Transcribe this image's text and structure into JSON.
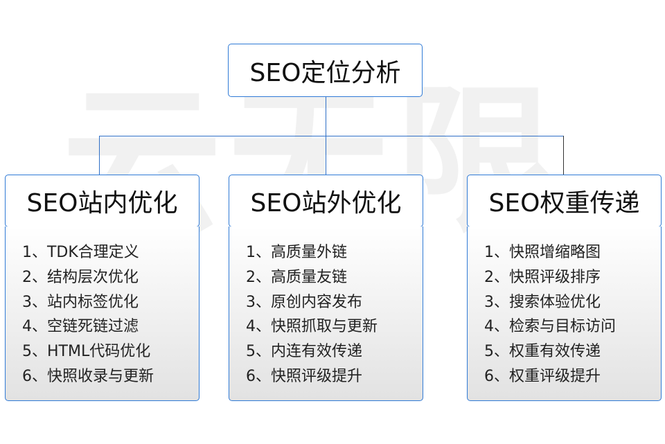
{
  "watermark": "云无限",
  "root": {
    "title": "SEO定位分析"
  },
  "colors": {
    "border": "#2f7ad6",
    "connector": "#2f6fc6"
  },
  "branches": [
    {
      "title": "SEO站内优化",
      "items": [
        "1、TDK合理定义",
        "2、结构层次优化",
        "3、站内标签优化",
        "4、空链死链过滤",
        "5、HTML代码优化",
        "6、快照收录与更新"
      ]
    },
    {
      "title": "SEO站外优化",
      "items": [
        "1、高质量外链",
        "2、高质量友链",
        "3、原创内容发布",
        "4、快照抓取与更新",
        "5、内连有效传递",
        "6、快照评级提升"
      ]
    },
    {
      "title": "SEO权重传递",
      "items": [
        "1、快照增缩略图",
        "2、快照评级排序",
        "3、搜索体验优化",
        "4、检索与目标访问",
        "5、权重有效传递",
        "6、权重评级提升"
      ]
    }
  ]
}
